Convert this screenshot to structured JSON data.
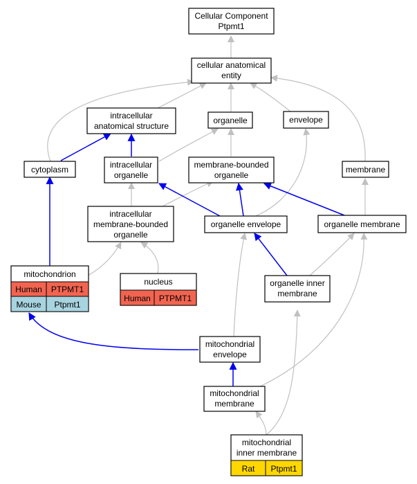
{
  "colors": {
    "gray_edge": "#c0c0c0",
    "blue_edge": "#0000ee",
    "human": "#f26450",
    "mouse": "#a8d4e0",
    "rat": "#ffd700"
  },
  "nodes": {
    "cc_ptpmt1": [
      "Cellular Component",
      "Ptpmt1"
    ],
    "cae": [
      "cellular anatomical",
      "entity"
    ],
    "ias": [
      "intracellular",
      "anatomical structure"
    ],
    "organelle": [
      "organelle"
    ],
    "envelope": [
      "envelope"
    ],
    "cytoplasm": [
      "cytoplasm"
    ],
    "io": [
      "intracellular",
      "organelle"
    ],
    "mbo": [
      "membrane-bounded",
      "organelle"
    ],
    "membrane": [
      "membrane"
    ],
    "imbo": [
      "intracellular",
      "membrane-bounded",
      "organelle"
    ],
    "oe": [
      "organelle envelope"
    ],
    "om": [
      "organelle membrane"
    ],
    "mito": [
      "mitochondrion"
    ],
    "nucleus": [
      "nucleus"
    ],
    "oim": [
      "organelle inner",
      "membrane"
    ],
    "me": [
      "mitochondrial",
      "envelope"
    ],
    "mm": [
      "mitochondrial",
      "membrane"
    ],
    "mim": [
      "mitochondrial",
      "inner membrane"
    ]
  },
  "annotations": {
    "mito_human": [
      "Human",
      "PTPMT1"
    ],
    "mito_mouse": [
      "Mouse",
      "Ptpmt1"
    ],
    "nucleus_human": [
      "Human",
      "PTPMT1"
    ],
    "mim_rat": [
      "Rat",
      "Ptpmt1"
    ]
  }
}
